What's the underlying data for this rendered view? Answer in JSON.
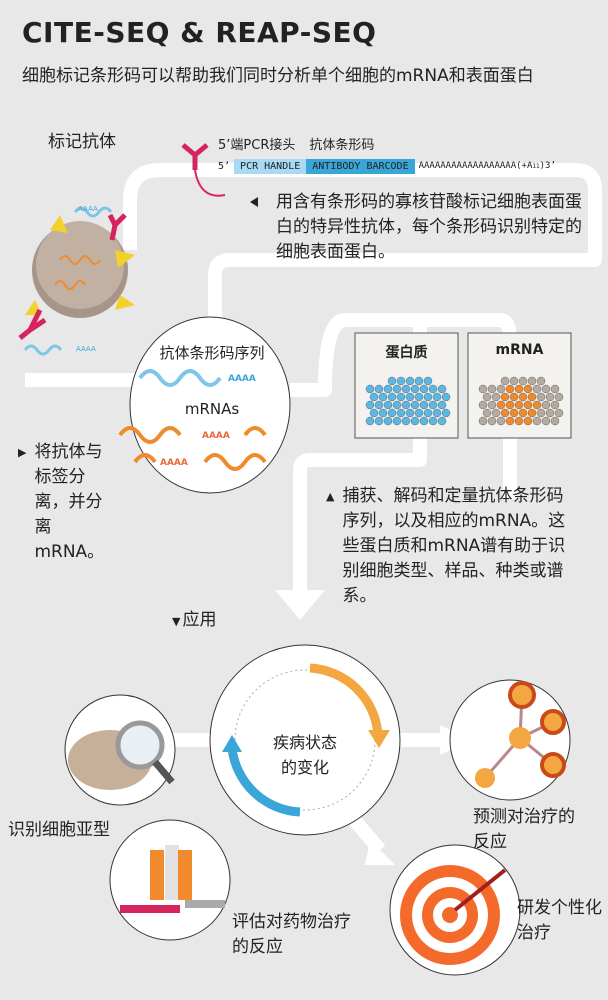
{
  "title": "CITE-SEQ & REAP-SEQ",
  "subtitle": "细胞标记条形码可以帮助我们同时分析单个细胞的mRNA和表面蛋白",
  "step1": {
    "antibody_label": "标记抗体",
    "primer_label": "5’端PCR接头",
    "barcode_label": "抗体条形码",
    "five_prime": "5’",
    "pcr_handle": "PCR HANDLE",
    "antibody_barcode": "ANTIBODY BARCODE",
    "polya": "AAAAAAAAAAAAAAAAAA(+A",
    "subscript": "11",
    "three_prime": ")3’",
    "polya_small": "AAAA",
    "description": "用含有条形码的寡核苷酸标记细胞表面蛋白的特异性抗体，每个条形码识别特定的细胞表面蛋白。"
  },
  "step2": {
    "circle_label_barcode": "抗体条形码序列",
    "circle_label_mrna": "mRNAs",
    "polya": "AAAA",
    "description": "将抗体与标签分离，并分离mRNA。"
  },
  "step3": {
    "panel_protein": "蛋白质",
    "panel_mrna": "mRNA",
    "description": "捕获、解码和定量抗体条形码序列，以及相应的mRNA。这些蛋白质和mRNA谱有助于识别细胞类型、样品、种类或谱系。"
  },
  "applications": {
    "heading": "应用",
    "center": "疾病状态的变化",
    "items": [
      "识别细胞亚型",
      "评估对药物治疗的反应",
      "预测对治疗的反应",
      "研发个性化治疗"
    ]
  },
  "colors": {
    "background": "#e8e8e8",
    "antibody": "#d6245c",
    "barcode_blue": "#3aa6d8",
    "mrna_orange": "#f08a2c",
    "path": "#ffffff"
  }
}
